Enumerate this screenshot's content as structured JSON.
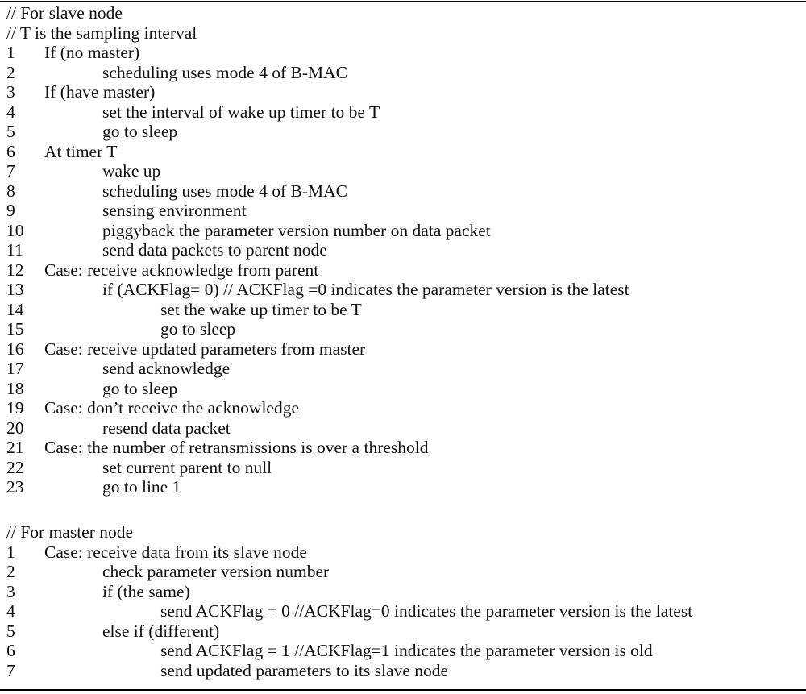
{
  "slave": {
    "comments": [
      "// For slave node",
      "// T is the sampling interval"
    ],
    "lines": [
      {
        "num": "1",
        "text": "If (no master)",
        "indent": 0
      },
      {
        "num": "2",
        "text": "scheduling uses mode 4 of B-MAC",
        "indent": 1
      },
      {
        "num": "3",
        "text": "If (have master)",
        "indent": 0
      },
      {
        "num": "4",
        "text": "set the interval of wake up timer to be T",
        "indent": 1
      },
      {
        "num": "5",
        "text": "go to sleep",
        "indent": 1
      },
      {
        "num": "6",
        "text": "At timer T",
        "indent": 0
      },
      {
        "num": "7",
        "text": "wake up",
        "indent": 1
      },
      {
        "num": "8",
        "text": "scheduling uses mode 4 of B-MAC",
        "indent": 1
      },
      {
        "num": "9",
        "text": "sensing environment",
        "indent": 1
      },
      {
        "num": "10",
        "text": "piggyback the parameter version number on data packet",
        "indent": 1
      },
      {
        "num": "11",
        "text": "send data packets to parent node",
        "indent": 1
      },
      {
        "num": "12",
        "text": "Case: receive acknowledge from parent",
        "indent": 0
      },
      {
        "num": "13",
        "text": "if (ACKFlag= 0) // ACKFlag =0 indicates the parameter version is the latest",
        "indent": 1
      },
      {
        "num": "14",
        "text": "set the wake up timer to be T",
        "indent": 2
      },
      {
        "num": "15",
        "text": "go to sleep",
        "indent": 2
      },
      {
        "num": "16",
        "text": "Case: receive updated parameters from master",
        "indent": 0
      },
      {
        "num": "17",
        "text": "send acknowledge",
        "indent": 1
      },
      {
        "num": "18",
        "text": "go to sleep",
        "indent": 1
      },
      {
        "num": "19",
        "text": "Case: don’t receive the acknowledge",
        "indent": 0
      },
      {
        "num": "20",
        "text": "resend data packet",
        "indent": 1
      },
      {
        "num": "21",
        "text": "Case: the number of retransmissions is over a threshold",
        "indent": 0
      },
      {
        "num": "22",
        "text": "set current parent to null",
        "indent": 1
      },
      {
        "num": "23",
        "text": "go to line 1",
        "indent": 1
      }
    ]
  },
  "master": {
    "comments": [
      "// For master node"
    ],
    "lines": [
      {
        "num": "1",
        "text": "Case: receive data from its slave node",
        "indent": 0
      },
      {
        "num": "2",
        "text": "check parameter version number",
        "indent": 1
      },
      {
        "num": "3",
        "text": "if (the same)",
        "indent": 1
      },
      {
        "num": "4",
        "text": "send ACKFlag = 0 //ACKFlag=0 indicates the parameter version is the latest",
        "indent": 2
      },
      {
        "num": "5",
        "text": "else if (different)",
        "indent": 1
      },
      {
        "num": "6",
        "text": "send ACKFlag = 1 //ACKFlag=1 indicates the parameter version is old",
        "indent": 2
      },
      {
        "num": "7",
        "text": "send updated parameters to its slave node",
        "indent": 2
      }
    ]
  }
}
